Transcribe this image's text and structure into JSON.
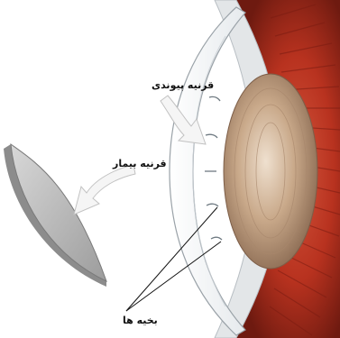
{
  "labels": {
    "donor_cornea": "قرنیه پیوندی",
    "diseased_cornea": "قرنیه بیمار",
    "sutures": "بخیه ها"
  },
  "colors": {
    "background": "#ffffff",
    "iris_red": "#b8321f",
    "iris_dark": "#6e1a10",
    "lens": "#c9a98a",
    "sclera": "#f2f3f4",
    "cornea_outline": "#9aa2a8",
    "removed_cornea": "#bdbdbd",
    "arrow_fill": "#f5f5f5"
  }
}
